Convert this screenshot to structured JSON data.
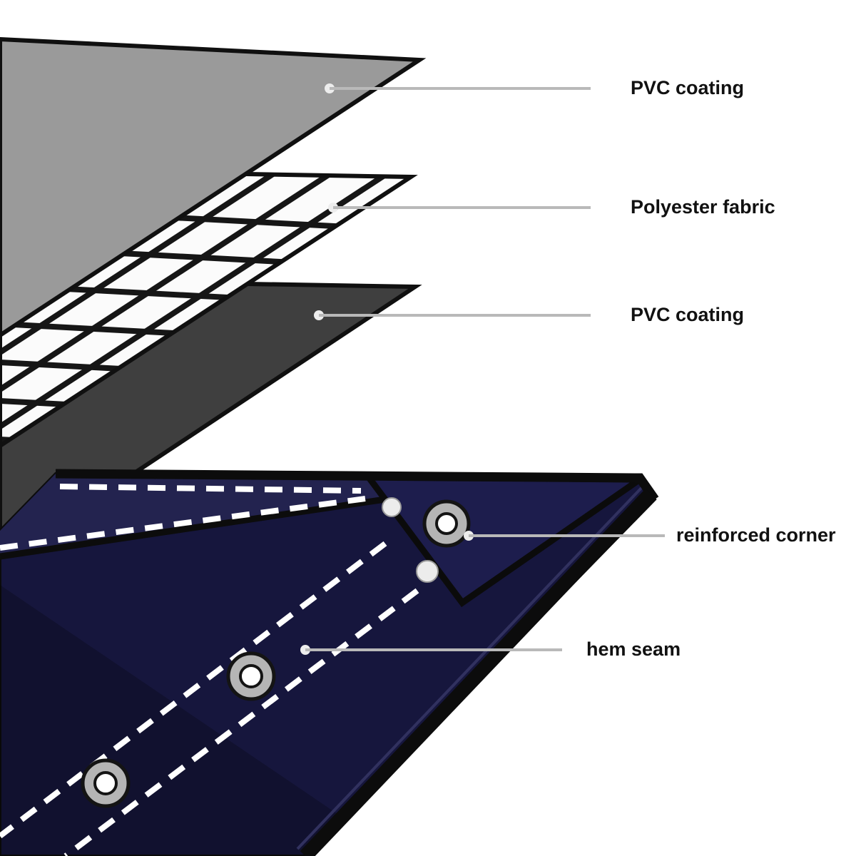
{
  "callouts": [
    {
      "id": "pvc-coating-top",
      "label": "PVC coating"
    },
    {
      "id": "polyester-fabric",
      "label": "Polyester fabric"
    },
    {
      "id": "pvc-coating-bottom",
      "label": "PVC coating"
    },
    {
      "id": "reinforced-corner",
      "label": "reinforced corner"
    },
    {
      "id": "hem-seam",
      "label": "hem seam"
    }
  ],
  "colors": {
    "background": "#ffffff",
    "pvc_gray": "#9a9a9a",
    "pvc_dark": "#3f3f3f",
    "mesh_white": "#fbfbfb",
    "mesh_line": "#161616",
    "edge_black": "#0c0c0c",
    "tarp_body": "#16163d",
    "tarp_hem": "#23234f",
    "tarp_corner": "#1d1d4d",
    "stitch_white": "#ffffff",
    "grommet_ring": "#b5b5b5",
    "grommet_hole": "#ffffff",
    "leader_line": "#b9b9b9",
    "label_text": "#111111"
  }
}
